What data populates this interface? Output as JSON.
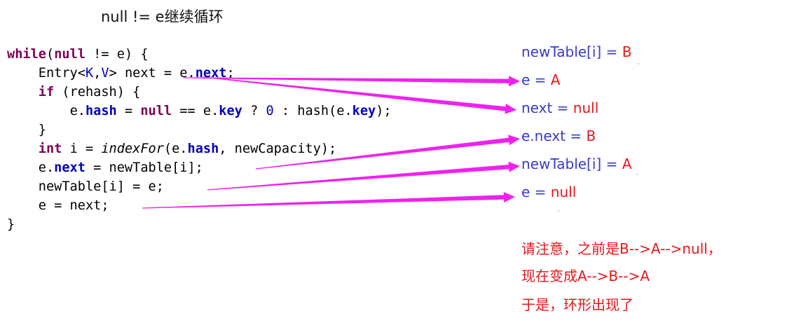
{
  "title": "null != e继续循环",
  "code": {
    "l1": {
      "kw": "while",
      "a": "(",
      "kw2": "null",
      "b": " != e) {"
    },
    "l2": {
      "a": "Entry<",
      "t1": "K",
      "c": ",",
      "t2": "V",
      "b": "> next = e.",
      "f": "next",
      "e": ";"
    },
    "l3": {
      "kw": "if",
      "a": " (rehash) {"
    },
    "l4": {
      "a": "e.",
      "f": "hash",
      "b": " = ",
      "kw": "null",
      "c": " == e.",
      "f2": "key",
      "d": " ? ",
      "n": "0",
      "e": " : hash(e.",
      "f3": "key",
      "g": ");"
    },
    "l5": {
      "a": "}"
    },
    "l6": {
      "kw": "int",
      "a": " i = ",
      "it": "indexFor",
      "b": "(e.",
      "f": "hash",
      "c": ", newCapacity);"
    },
    "l7": {
      "a": "e.",
      "f": "next",
      "b": " = newTable[i];"
    },
    "l8": {
      "a": "newTable[i] = e;"
    },
    "l9": {
      "a": "e = next;"
    },
    "l10": {
      "a": "}"
    }
  },
  "states": [
    {
      "lhs": "newTable[i] = ",
      "rhs": "B"
    },
    {
      "lhs": "e = ",
      "rhs": "A"
    },
    {
      "lhs": "next = ",
      "rhs": "null"
    },
    {
      "lhs": "e.next = ",
      "rhs": "B"
    },
    {
      "lhs": "newTable[i] = ",
      "rhs": "A"
    },
    {
      "lhs": "e = ",
      "rhs": "null"
    }
  ],
  "notes": [
    "请注意，之前是B-->A-->null，",
    "现在变成A-->B-->A",
    "于是，环形出现了"
  ],
  "colors": {
    "arrow": "#ee22ee",
    "state_label": "#3a3acb",
    "state_value": "#e8151b",
    "keyword": "#7f0055",
    "field": "#0000c0"
  }
}
